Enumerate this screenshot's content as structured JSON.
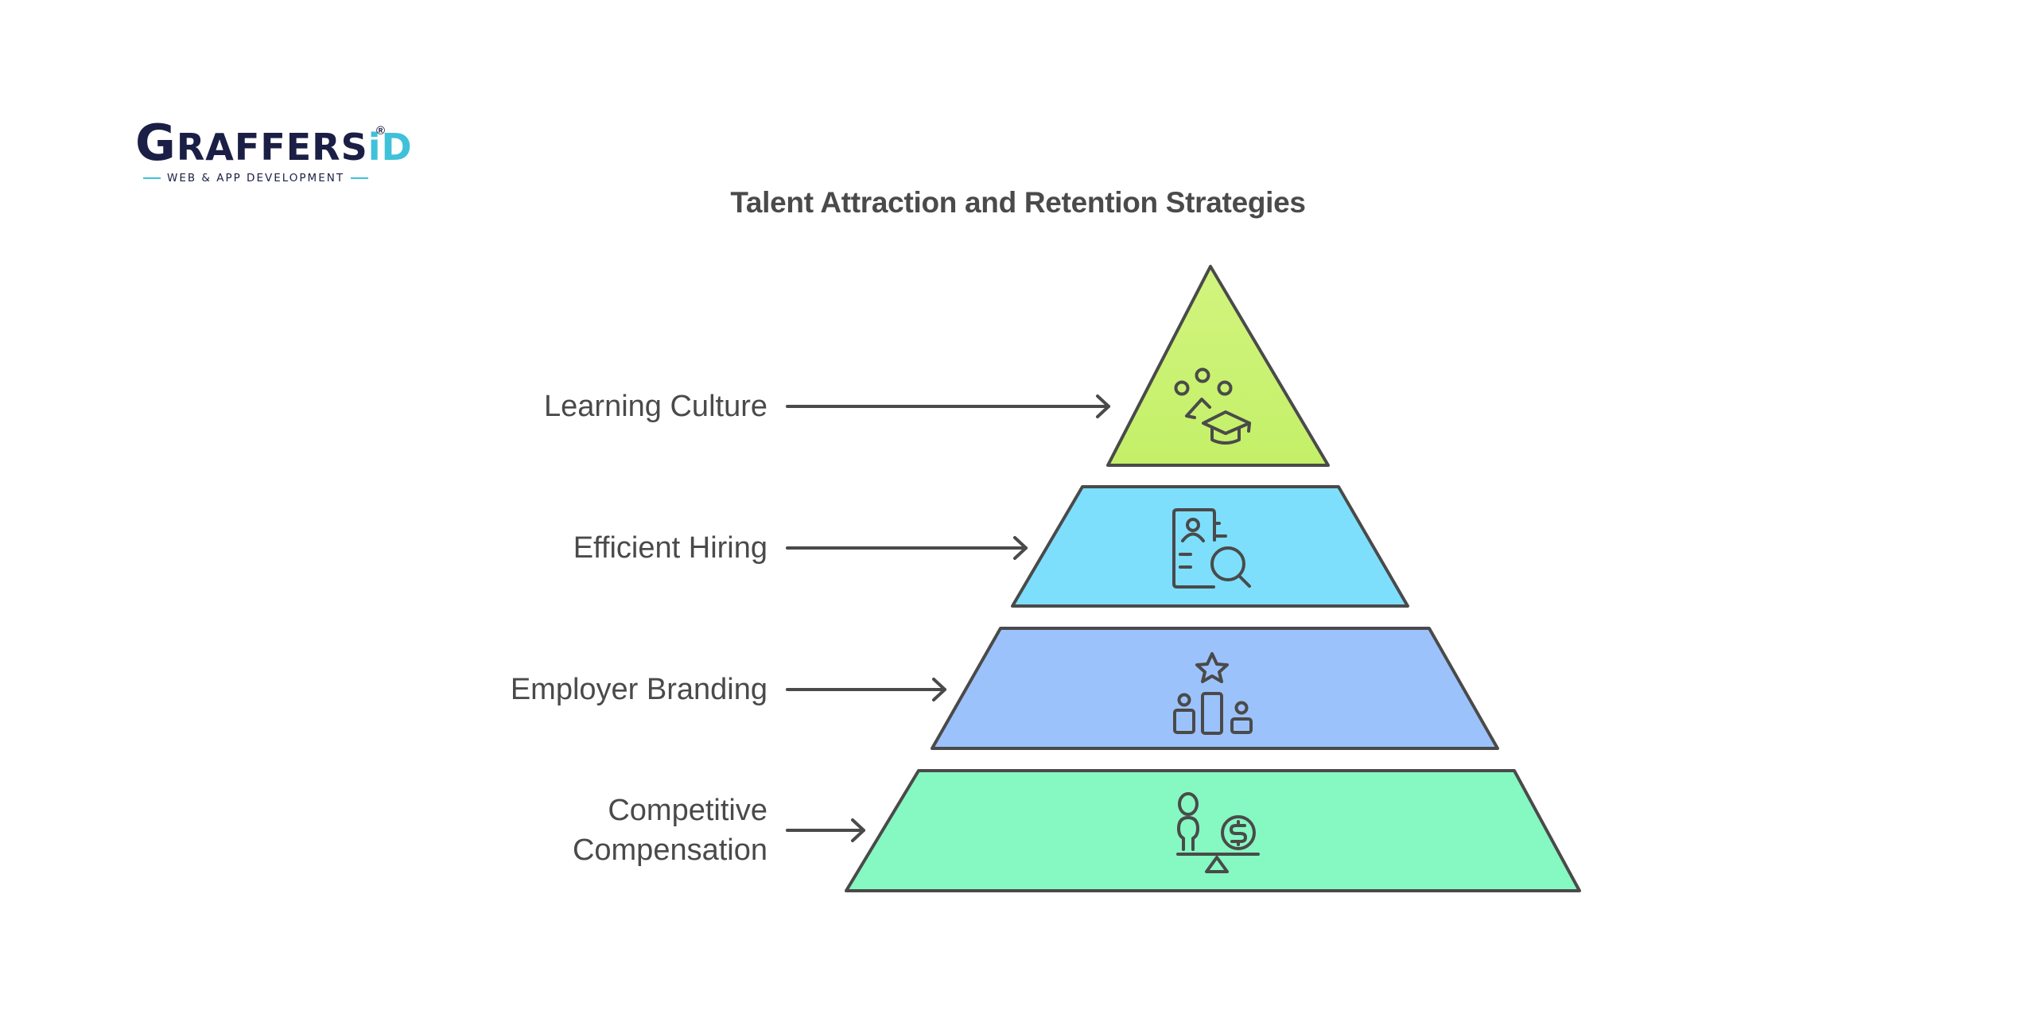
{
  "logo": {
    "brand_first": "G",
    "brand_rest": "RAFFERS",
    "brand_id": "iD",
    "registered_mark": "®",
    "tagline": "WEB & APP DEVELOPMENT"
  },
  "title": "Talent Attraction and Retention Strategies",
  "pyramid": {
    "tiers": [
      {
        "label": "Learning Culture",
        "icon": "learning-graduation-icon",
        "color": "#c5f26a"
      },
      {
        "label": "Efficient Hiring",
        "icon": "candidate-search-icon",
        "color": "#7ddffc"
      },
      {
        "label": "Employer Branding",
        "icon": "podium-star-icon",
        "color": "#9cc2fb"
      },
      {
        "label_line1": "Competitive",
        "label_line2": "Compensation",
        "icon": "compensation-balance-icon",
        "color": "#86f8c2"
      }
    ],
    "stroke_color": "#4a4a4a"
  }
}
